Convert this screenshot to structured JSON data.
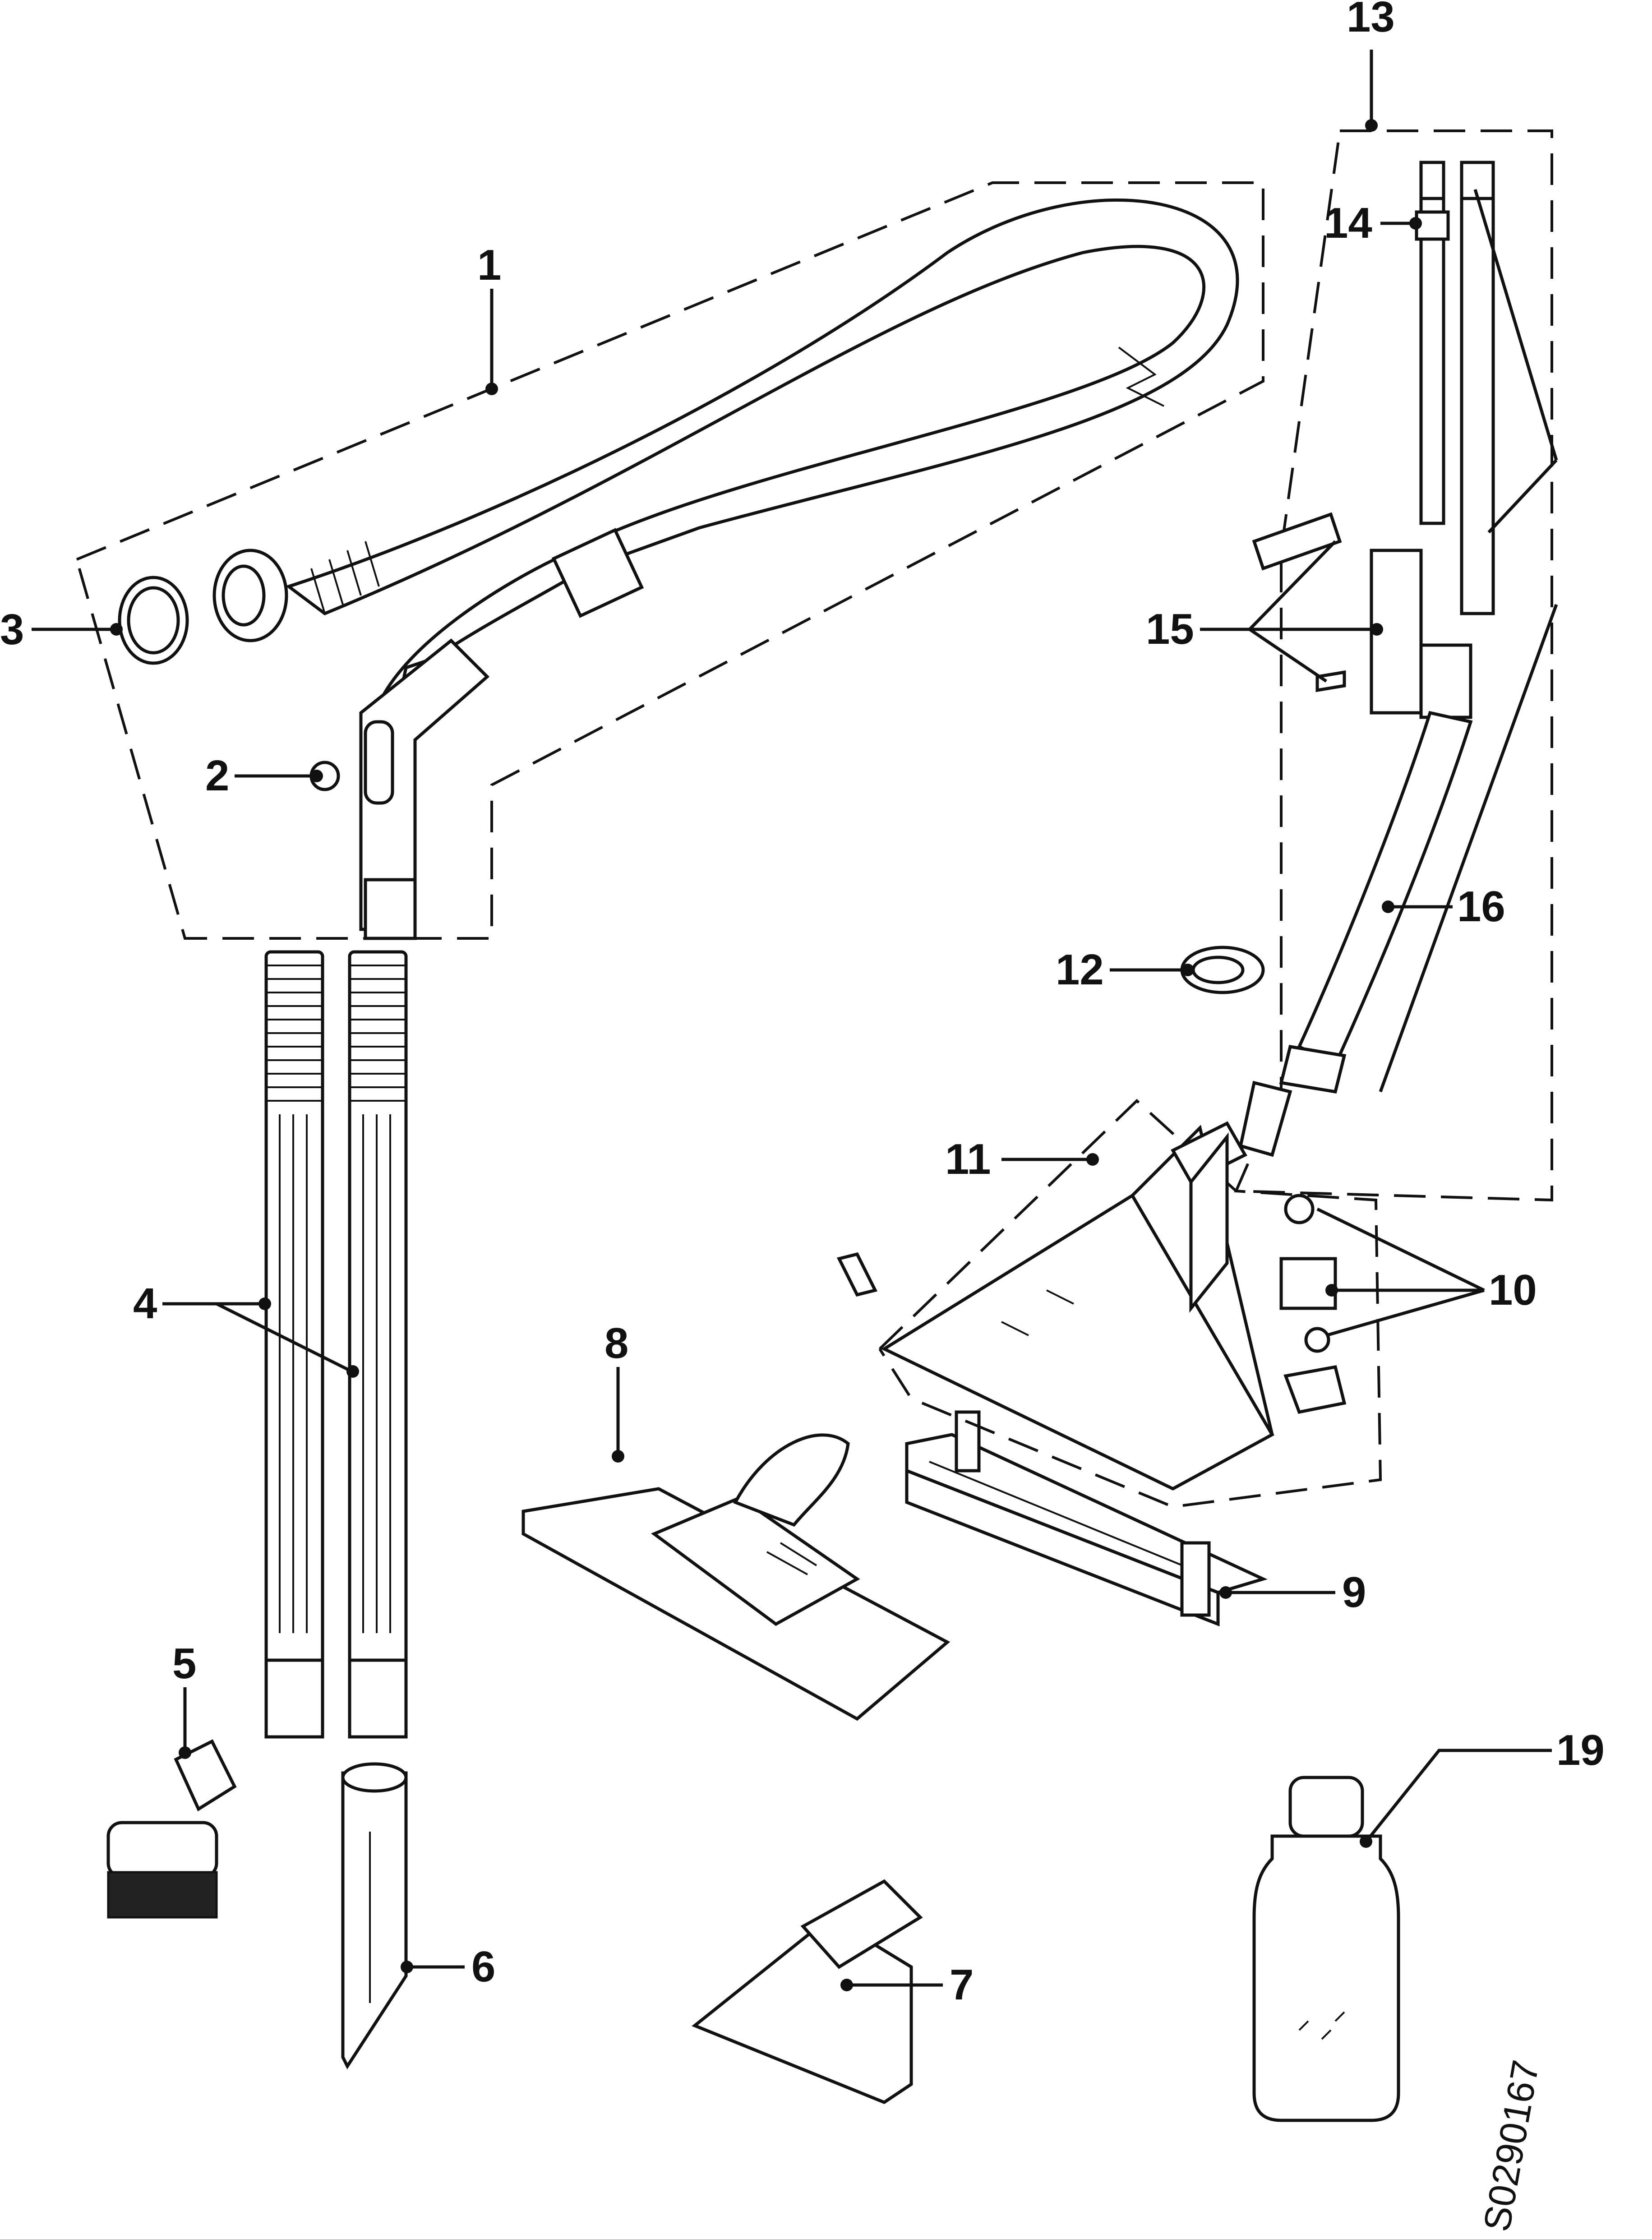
{
  "labels": {
    "p1": "1",
    "p2": "2",
    "p3": "3",
    "p4": "4",
    "p5": "5",
    "p6": "6",
    "p7": "7",
    "p8": "8",
    "p9": "9",
    "p10": "10",
    "p11": "11",
    "p12": "12",
    "p13": "13",
    "p14": "14",
    "p15": "15",
    "p16": "16",
    "p19": "19"
  },
  "drawing_id": "S0290167",
  "colors": {
    "ink": "#111111",
    "paper": "#ffffff"
  }
}
